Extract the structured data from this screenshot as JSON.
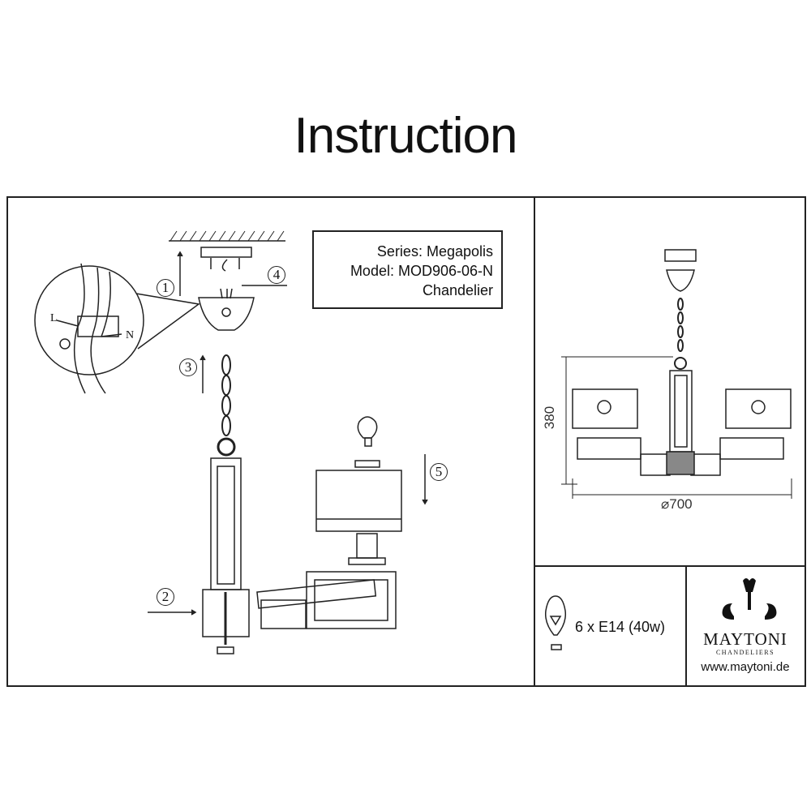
{
  "title": "Instruction",
  "info_box": {
    "series": "Series: Megapolis",
    "model": "Model: MOD906-06-N",
    "type": "Chandelier"
  },
  "diagram": {
    "steps": [
      "1",
      "2",
      "3",
      "4",
      "5"
    ],
    "wire_labels": {
      "live": "L",
      "neutral": "N"
    },
    "dimensions": {
      "height": "380",
      "diameter": "⌀700"
    }
  },
  "bulb": {
    "icon": "light-bulb-icon",
    "spec": "6 x E14 (40w)"
  },
  "brand": {
    "name": "MAYTONI",
    "tagline": "CHANDELIERS",
    "url": "www.maytoni.de"
  }
}
